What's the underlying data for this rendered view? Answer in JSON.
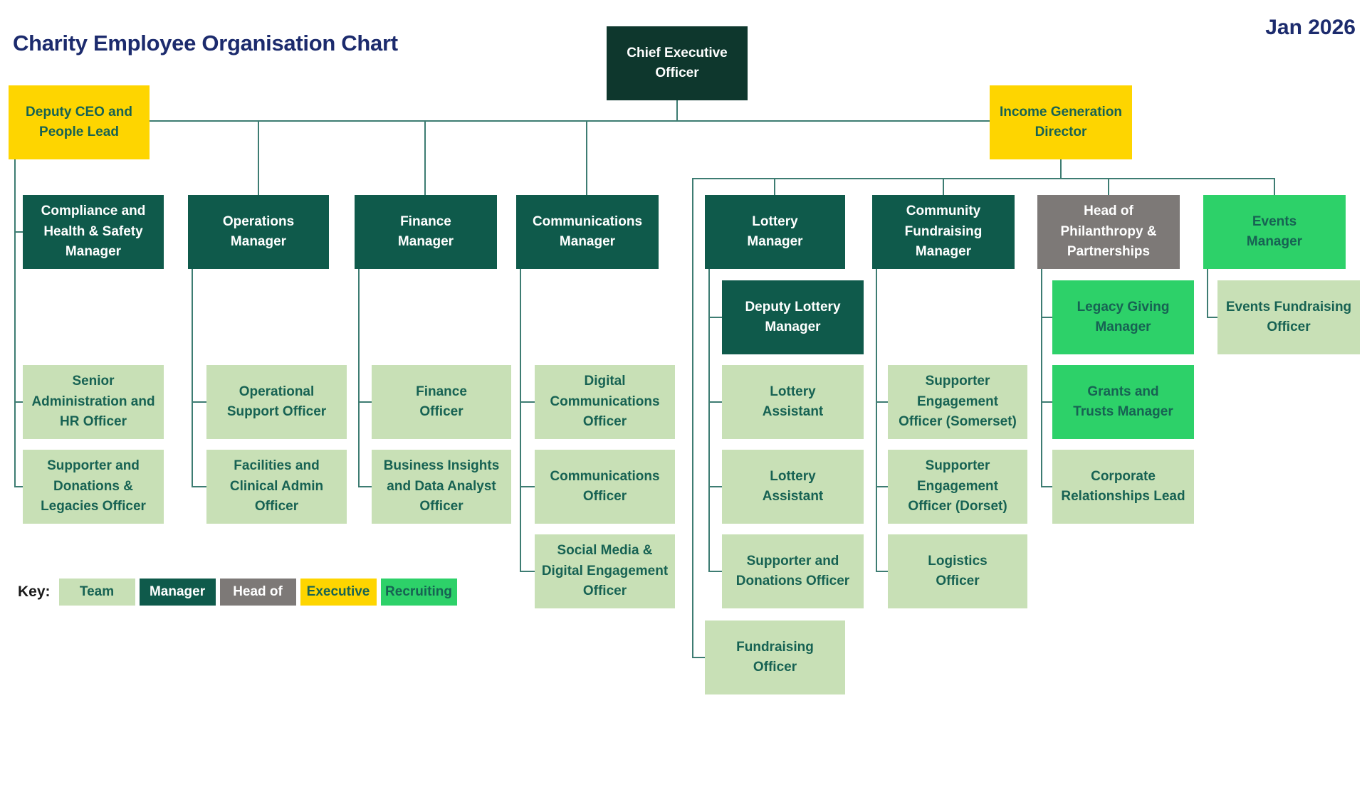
{
  "header": {
    "title": "Charity Employee Organisation Chart",
    "date": "Jan 2026"
  },
  "palette": {
    "ceo": "#0e372d",
    "manager": "#0f5a4b",
    "team": "#c8e0b6",
    "executive": "#fed500",
    "head_of": "#7d7977",
    "recruiting": "#2dd169",
    "text_on_light": "#176253",
    "text_on_dark": "#ffffff",
    "line": "#3d7c72",
    "title": "#1c2b6d",
    "key_label": "#1a1a1a",
    "background": "#ffffff"
  },
  "nodes": {
    "chief_executive_officer": {
      "label": "Chief Executive\nOfficer",
      "type": "ceo"
    },
    "deputy_ceo_people_lead": {
      "label": "Deputy CEO and\nPeople Lead",
      "type": "executive"
    },
    "income_generation_director": {
      "label": "Income Generation\nDirector",
      "type": "executive"
    },
    "compliance_health_safety_manager": {
      "label": "Compliance and\nHealth & Safety\nManager",
      "type": "manager"
    },
    "operations_manager": {
      "label": "Operations\nManager",
      "type": "manager"
    },
    "finance_manager": {
      "label": "Finance\nManager",
      "type": "manager"
    },
    "communications_manager": {
      "label": "Communications\nManager",
      "type": "manager"
    },
    "lottery_manager": {
      "label": "Lottery\nManager",
      "type": "manager"
    },
    "community_fundraising_manager": {
      "label": "Community\nFundraising\nManager",
      "type": "manager"
    },
    "head_of_philanthropy_partnerships": {
      "label": "Head of\nPhilanthropy &\nPartnerships",
      "type": "head_of"
    },
    "events_manager": {
      "label": "Events\nManager",
      "type": "recruiting"
    },
    "deputy_lottery_manager": {
      "label": "Deputy Lottery\nManager",
      "type": "manager"
    },
    "legacy_giving_manager": {
      "label": "Legacy Giving\nManager",
      "type": "recruiting"
    },
    "events_fundraising_officer": {
      "label": "Events Fundraising\nOfficer",
      "type": "team"
    },
    "senior_administration_hr_officer": {
      "label": "Senior\nAdministration and\nHR Officer",
      "type": "team"
    },
    "operational_support_officer": {
      "label": "Operational\nSupport Officer",
      "type": "team"
    },
    "finance_officer": {
      "label": "Finance\nOfficer",
      "type": "team"
    },
    "digital_communications_officer": {
      "label": "Digital\nCommunications\nOfficer",
      "type": "team"
    },
    "lottery_assistant_1": {
      "label": "Lottery\nAssistant",
      "type": "team"
    },
    "supporter_engagement_officer_somerset": {
      "label": "Supporter\nEngagement\nOfficer (Somerset)",
      "type": "team"
    },
    "grants_trusts_manager": {
      "label": "Grants and\nTrusts Manager",
      "type": "recruiting"
    },
    "supporter_donations_legacies_officer": {
      "label": "Supporter and\nDonations &\nLegacies Officer",
      "type": "team"
    },
    "facilities_clinical_admin_officer": {
      "label": "Facilities and\nClinical Admin\nOfficer",
      "type": "team"
    },
    "business_insights_data_analyst_officer": {
      "label": "Business Insights\nand Data Analyst\nOfficer",
      "type": "team"
    },
    "communications_officer": {
      "label": "Communications\nOfficer",
      "type": "team"
    },
    "lottery_assistant_2": {
      "label": "Lottery\nAssistant",
      "type": "team"
    },
    "supporter_engagement_officer_dorset": {
      "label": "Supporter\nEngagement\nOfficer (Dorset)",
      "type": "team"
    },
    "corporate_relationships_lead": {
      "label": "Corporate\nRelationships Lead",
      "type": "team"
    },
    "social_media_digital_engagement_officer": {
      "label": "Social Media &\nDigital Engagement\nOfficer",
      "type": "team"
    },
    "supporter_donations_officer": {
      "label": "Supporter and\nDonations Officer",
      "type": "team"
    },
    "logistics_officer": {
      "label": "Logistics\nOfficer",
      "type": "team"
    },
    "fundraising_officer": {
      "label": "Fundraising\nOfficer",
      "type": "team"
    }
  },
  "key": {
    "label": "Key:",
    "items": [
      {
        "label": "Team",
        "type": "team"
      },
      {
        "label": "Manager",
        "type": "manager"
      },
      {
        "label": "Head of",
        "type": "head_of"
      },
      {
        "label": "Executive",
        "type": "executive"
      },
      {
        "label": "Recruiting",
        "type": "recruiting"
      }
    ]
  }
}
